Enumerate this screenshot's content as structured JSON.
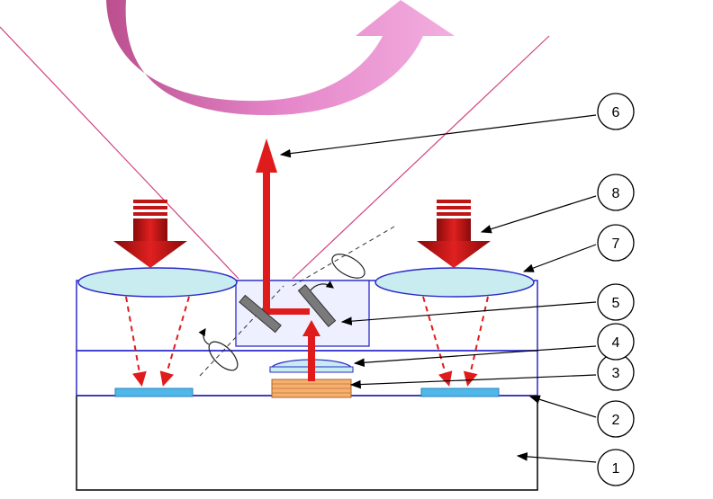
{
  "callouts": [
    {
      "id": "1",
      "label": "1"
    },
    {
      "id": "2",
      "label": "2"
    },
    {
      "id": "3",
      "label": "3"
    },
    {
      "id": "4",
      "label": "4"
    },
    {
      "id": "5",
      "label": "5"
    },
    {
      "id": "6",
      "label": "6"
    },
    {
      "id": "7",
      "label": "7"
    },
    {
      "id": "8",
      "label": "8"
    }
  ],
  "colors": {
    "outline": "#000000",
    "housing": "#2b2bc8",
    "laser": "#e01b1b",
    "arrow_dark": "#a01010",
    "lens_fill": "#c8ecf0",
    "sensor": "#4fb8e8",
    "chip": "#f0a060",
    "rotation_arrow": "#d070b0",
    "field_line": "#d04080"
  }
}
